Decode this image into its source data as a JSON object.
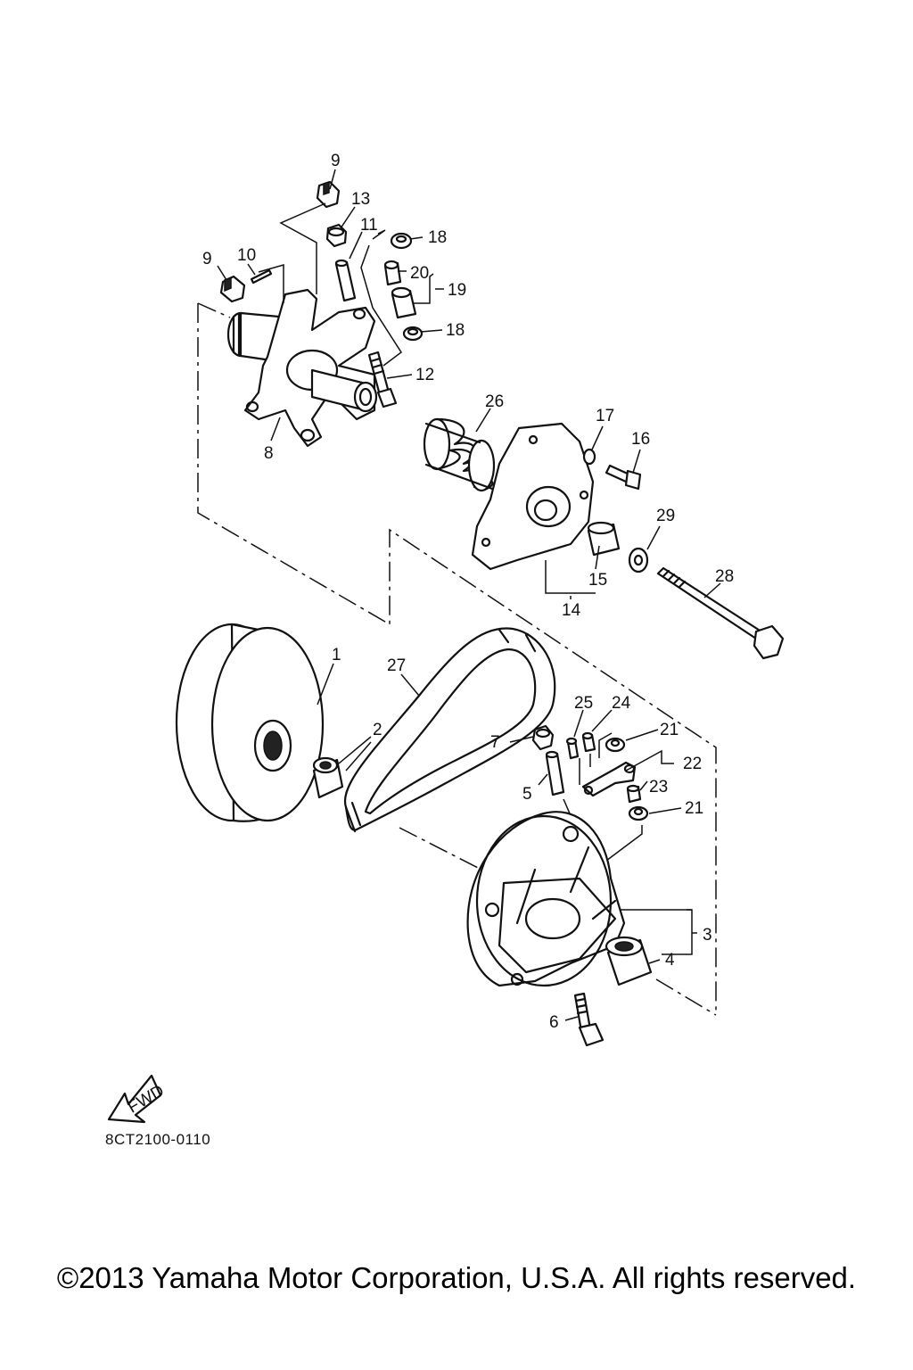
{
  "diagram": {
    "code": "8CT2100-0110",
    "fwd_label": "FWD",
    "callouts": {
      "c1": "1",
      "c2": "2",
      "c3": "3",
      "c4": "4",
      "c5": "5",
      "c6": "6",
      "c7": "7",
      "c8": "8",
      "c9a": "9",
      "c9b": "9",
      "c10": "10",
      "c11": "11",
      "c12": "12",
      "c13": "13",
      "c14": "14",
      "c15": "15",
      "c16": "16",
      "c17": "17",
      "c18a": "18",
      "c18b": "18",
      "c19": "19",
      "c20": "20",
      "c21a": "21",
      "c21b": "21",
      "c22": "22",
      "c23": "23",
      "c24": "24",
      "c25": "25",
      "c26": "26",
      "c27": "27",
      "c28": "28",
      "c29": "29"
    }
  },
  "footer": {
    "copyright": "©2013 Yamaha Motor Corporation, U.S.A. All rights reserved."
  }
}
